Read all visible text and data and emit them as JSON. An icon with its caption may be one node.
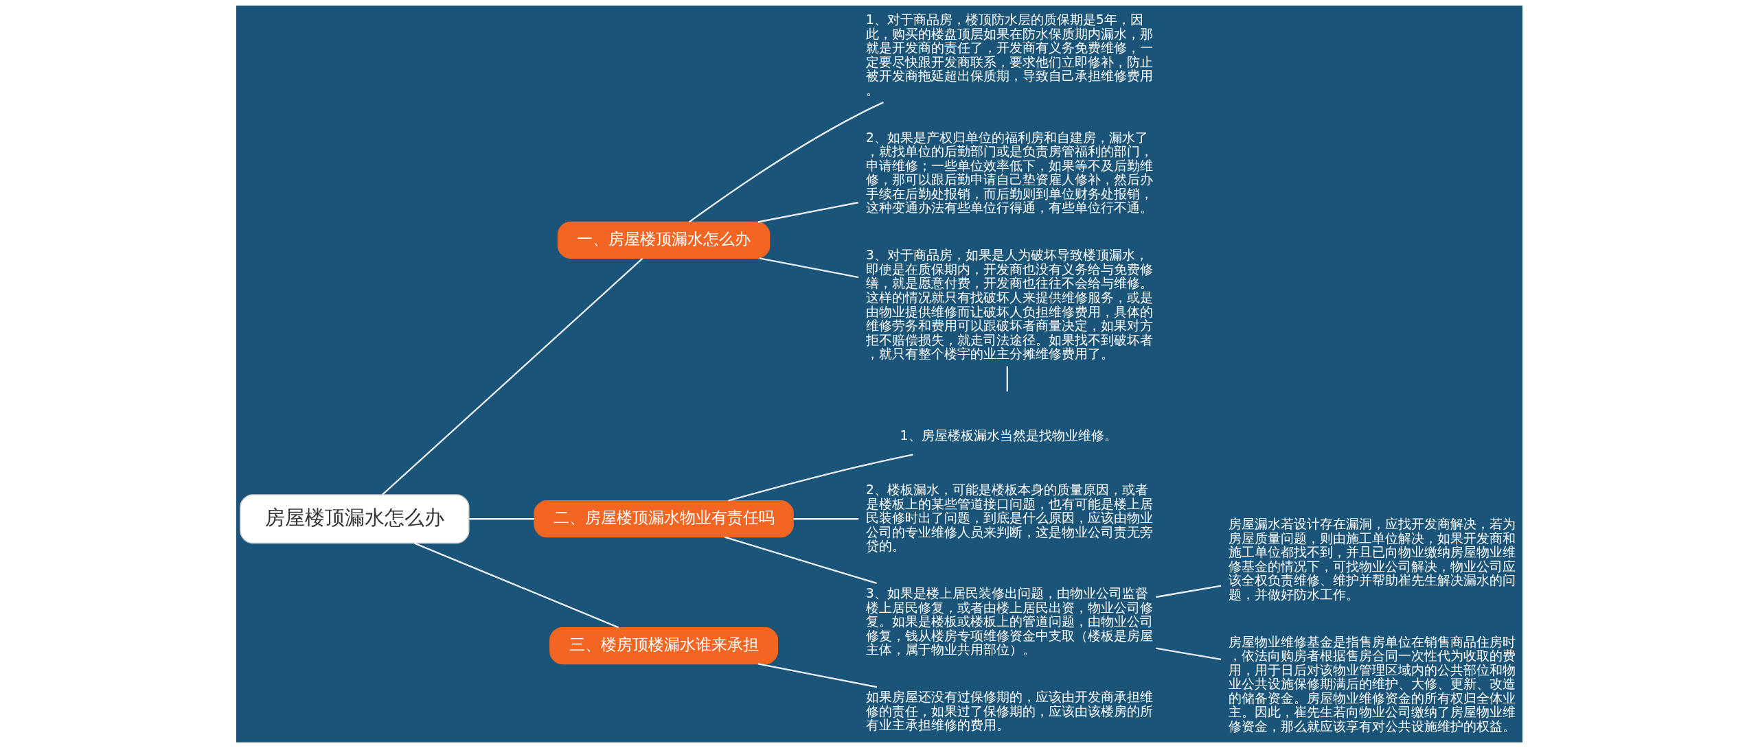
{
  "diagram": {
    "nodes": [
      {
        "text": [
          "房屋楼顶漏水怎么办"
        ]
      },
      {
        "text": [
          "一、房屋楼顶漏水怎么办"
        ]
      },
      {
        "text": [
          "1、对于商品房，楼顶防水层的质保期是5年，因此，购买的楼盘顶层如果在防水保质期内漏水，那就是开发商的责任了，开发商有义务免费维修，一定要尽快跟开发商联系，要求他们立即修补，防止被开发商拖延超出保质期，导致自己承担维修费用。"
        ]
      },
      {
        "text": [
          "2、如果是产权归单位的福利房和自建房，漏水了，就找单位的后勤部门或是负责房管福利的部门，申请维修；一些单位效率低下，如果等不及后勤维修，那可以跟后勤申请自己垫资雇人修补，然后办手续在后勤处报销，而后勤则到单位财务处报销，这种变通办法有些单位行得通，有些单位行不通。"
        ]
      },
      {
        "text": [
          "3、对于商品房，如果是人为破坏导致楼顶漏水，即使是在质保期内，开发商也没有义务给与免费修缮，就是愿意付费，开发商也往往不会给与维修。这样的情况就只有找破坏人来提供维修服务，或是由物业提供维修而让破坏人负担维修费用，具体的维修劳务和费用可以跟破坏者商量决定，如果对方拒不赔偿损失，就走司法途径。如果找不到破坏者，就只有整个楼宇的业主分摊维修费用了。"
        ]
      },
      {
        "text": [
          "二、房屋楼顶漏水物业有责任吗"
        ]
      },
      {
        "text": [
          "1、房屋楼板漏水当然是找物业维修。"
        ]
      },
      {
        "text": [
          "2、楼板漏水，可能是楼板本身的质量原因，或者是楼板上的某些管道接口问题，也有可能是楼上居民装修时出了问题，到底是什么原因，应该由物业公司的专业维修人员来判断，这是物业公司责无旁贷的。"
        ]
      },
      {
        "text": [
          "3、如果是楼上居民装修出问题，由物业公司监督楼上居民修复，或者由楼上居民出资，物业公司修复。如果是楼板或楼板上的管道问题，由物业公司修复，钱从楼房专项维修资金中支取（楼板是房屋主体，属于物业共用部位）。"
        ]
      },
      {
        "text": [
          "房屋漏水若设计存在漏洞，应找开发商解决，若为房屋质量问题，则由施工单位解决，如果开发商和施工单位都找不到，并且已向物业缴纳房屋物业维修基金的情况下，可找物业公司解决，物业公司应该全权负责维修、维护并帮助崔先生解决漏水的问题，并做好防水工作。"
        ]
      },
      {
        "text": [
          "房屋物业维修基金是指售房单位在销售商品住房时，依法向购房者根据售房合同一次性代为收取的费用，用于日后对该物业管理区域内的公共部位和物业公共设施保修期满后的维护、大修、更新、改造的储备资金。房屋物业维修资金的所有权归全体业主。因此，崔先生若向物业公司缴纳了房屋物业维修资金，那么就应该享有对公共设施维护的权益。"
        ]
      },
      {
        "text": [
          "三、楼房顶楼漏水谁来承担"
        ]
      },
      {
        "text": [
          "如果房屋还没有过保修期的，应该由开发商承担维修的责任，如果过了保修期的，应该由该楼房的所有业主承担维修的费用。"
        ]
      }
    ],
    "edges": [
      {
        "from": 0,
        "to": 1,
        "arrow": "none"
      },
      {
        "from": 1,
        "to": 2,
        "arrow": "none"
      },
      {
        "from": 1,
        "to": 3,
        "arrow": "none"
      },
      {
        "from": 1,
        "to": 4,
        "arrow": "none"
      },
      {
        "from": 4,
        "to": null,
        "arrow": "none"
      },
      {
        "from": 0,
        "to": 5,
        "arrow": "none"
      },
      {
        "from": 5,
        "to": 6,
        "arrow": "none"
      },
      {
        "from": 5,
        "to": 7,
        "arrow": "none"
      },
      {
        "from": 5,
        "to": 8,
        "arrow": "none"
      },
      {
        "from": 8,
        "to": 9,
        "arrow": "none"
      },
      {
        "from": 8,
        "to": 10,
        "arrow": "none"
      },
      {
        "from": 0,
        "to": 11,
        "arrow": "none"
      },
      {
        "from": 11,
        "to": 12,
        "arrow": "none"
      }
    ]
  }
}
